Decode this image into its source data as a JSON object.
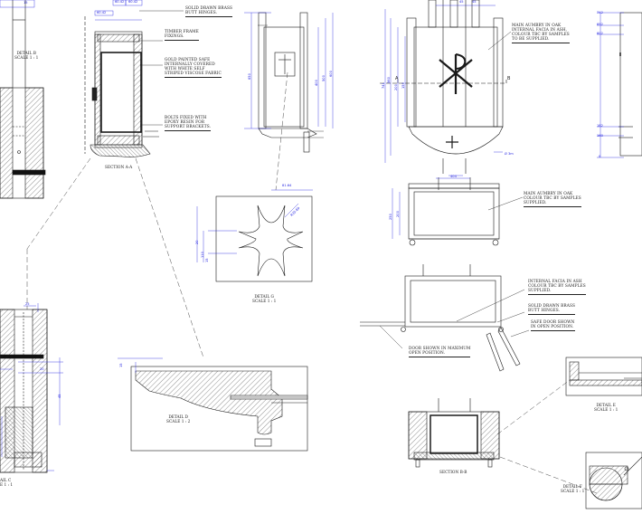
{
  "colors": {
    "linework": "#1a1a1a",
    "dimension": "#1d1de0",
    "paper": "#ffffff"
  },
  "notes": {
    "solid_drawn_brass_top": "SOLID DRAWN BRASS\nBUTT HINGES.",
    "timber_frame_fixings": "TIMBER FRAME\nFIXINGS.",
    "gold_painted_safe": "GOLD PAINTED SAFE\nINTERNALLY COVERED\nWITH WHITE SELF\nSTRIPED VISCOSE FABRIC",
    "bolts_fixed": "BOLTS FIXED WITH\nEPOXY RESIN FOR\nSUPPORT BRACKETS.",
    "main_aumbry_ash": "MAIN AUMBRY IN OAK\nINTERNAL FACIA IN ASH,\nCOLOUR TBC BY SAMPLES\nTO BE SUPPLIED.",
    "main_aumbry_oak": "MAIN AUMBRY IN OAK\nCOLOUR TBC BY SAMPLES\nSUPPLIED.",
    "internal_facia": "INTERNAL FACIA IN ASH\nCOLOUR TBC BY SAMPLES\nSUPPLIED.",
    "solid_drawn_brass_mid": "SOLID DRAWN BRASS\nBUTT HINGES.",
    "safe_door_shown": "SAFE DOOR SHOWN\nIN OPEN POSITION.",
    "door_shown_max": "DOOR SHOWN IN MAXIMUM\nOPEN POSITION."
  },
  "captions": {
    "section_aa": "SECTION A-A",
    "detail_b_partial": "DETAIL B\nSCALE 1 : 1",
    "detail_c_partial": "AIL C\nE 1 : 1",
    "detail_g": "DETAIL G\nSCALE 1 : 1",
    "detail_d": "DETAIL D\nSCALE 1 : 2",
    "section_bb": "SECTION B-B",
    "detail_e": "DETAIL E\nSCALE 1 : 1",
    "detail_f": "DETAIL F\nSCALE 1 : 1"
  },
  "dimensions": {
    "top_left_a": "15",
    "top_mid_a": "60.42",
    "top_mid_b": "60.42",
    "top_mid_c": "60.42",
    "side_650": "650",
    "side_400": "400",
    "side_500": "500",
    "side_600": "600",
    "front_741": "741",
    "front_560": "560",
    "front_200": "200",
    "front_150": "150",
    "front_45a": "45",
    "front_45b": "45",
    "front_r3m": "Ø 3m",
    "plan_404": "404",
    "plan_250": "250",
    "plan_200": "200",
    "g_81": "81.64",
    "g_r35": "R35.69",
    "g_20": "20",
    "g_110": "110",
    "g_15": "15",
    "d_15": "15",
    "right_742": "742",
    "right_692": "692",
    "right_602": "602",
    "right_182": "182",
    "right_160": "160",
    "right_0": "0",
    "left_25": "25",
    "left_20": "20",
    "left_45": "45",
    "b_marker": "B",
    "a_marker": "A"
  }
}
